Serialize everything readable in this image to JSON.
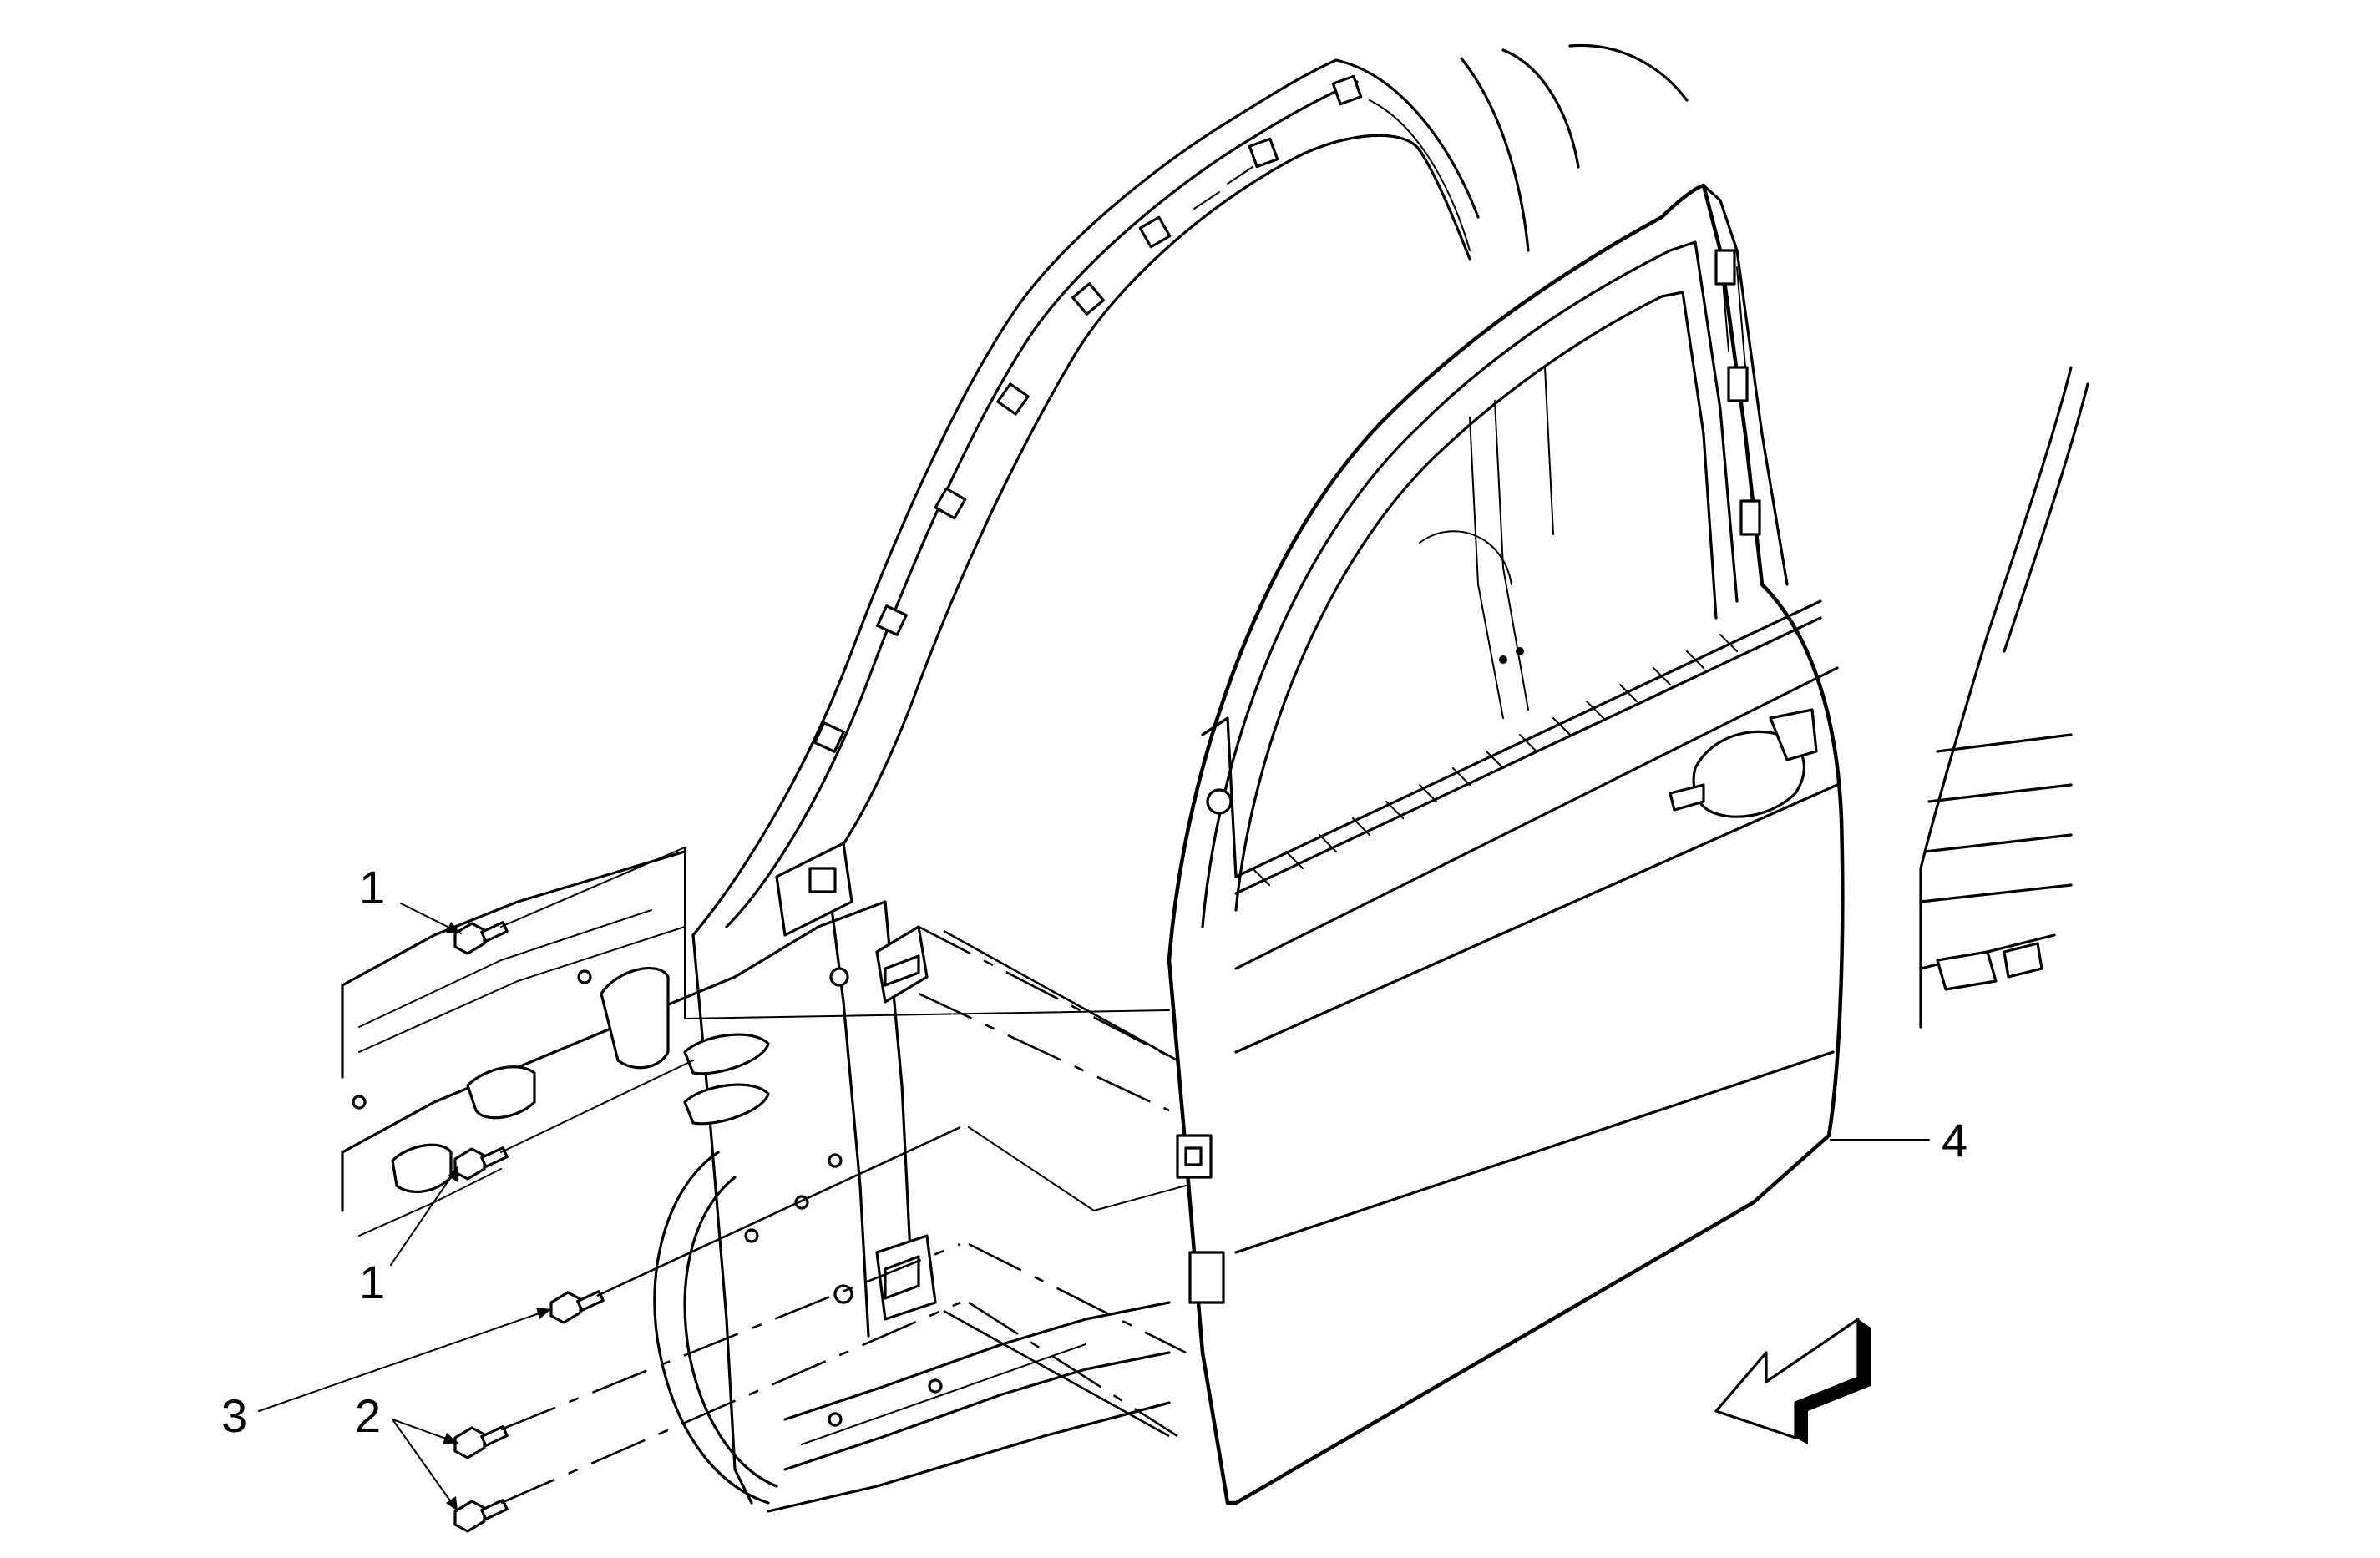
{
  "callouts": [
    {
      "id": "c1a",
      "label": "1"
    },
    {
      "id": "c1b",
      "label": "1"
    },
    {
      "id": "c2",
      "label": "2"
    },
    {
      "id": "c3",
      "label": "3"
    },
    {
      "id": "c4",
      "label": "4"
    }
  ],
  "parts": {
    "bolt_upper_hinge": "1",
    "bolt_lower_hinge": "2",
    "bolt_check_link": "3",
    "front_side_door": "4"
  },
  "icons": {
    "direction_arrow": "front-direction-arrow-icon"
  },
  "colors": {
    "line": "#000000",
    "background": "#ffffff"
  }
}
